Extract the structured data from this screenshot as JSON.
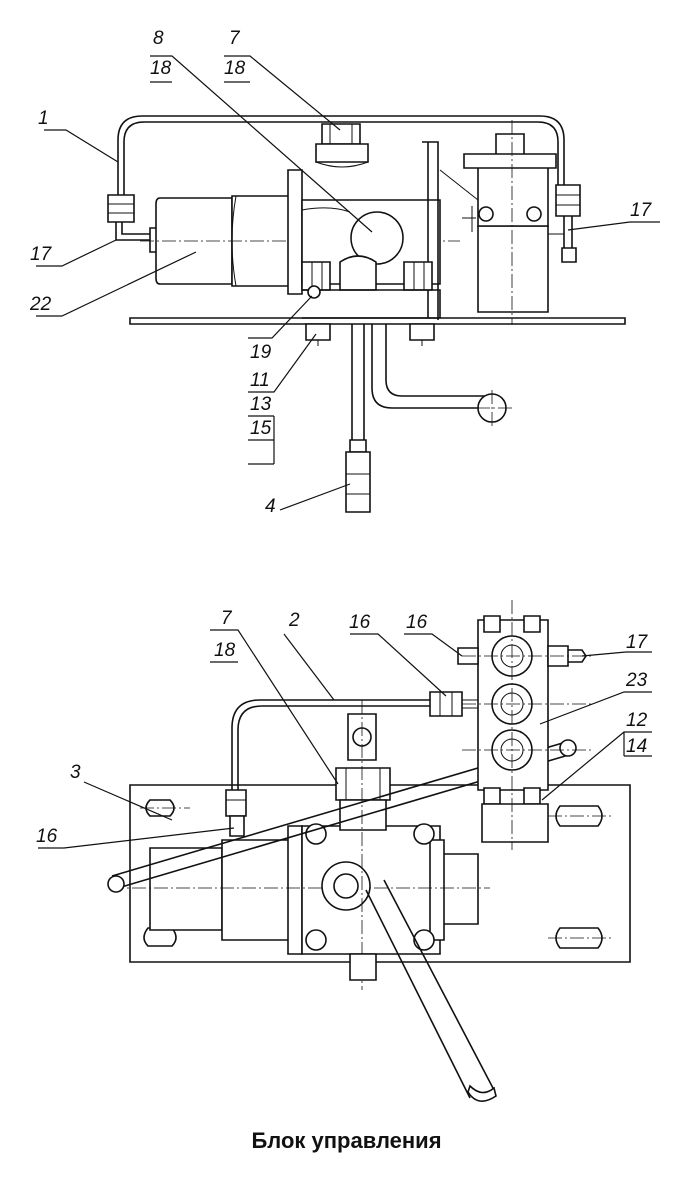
{
  "caption": "Блок управления",
  "top_view": {
    "callouts": [
      {
        "id": "c1",
        "text": "1"
      },
      {
        "id": "c17a",
        "text": "17"
      },
      {
        "id": "c22",
        "text": "22"
      },
      {
        "id": "c8",
        "text": "8"
      },
      {
        "id": "c18a",
        "text": "18"
      },
      {
        "id": "c7",
        "text": "7"
      },
      {
        "id": "c18b",
        "text": "18"
      },
      {
        "id": "c17b",
        "text": "17"
      },
      {
        "id": "c19",
        "text": "19"
      },
      {
        "id": "c11",
        "text": "11"
      },
      {
        "id": "c13",
        "text": "13"
      },
      {
        "id": "c15",
        "text": "15"
      },
      {
        "id": "c4",
        "text": "4"
      }
    ]
  },
  "plan_view": {
    "callouts": [
      {
        "id": "p7",
        "text": "7"
      },
      {
        "id": "p18",
        "text": "18"
      },
      {
        "id": "p2",
        "text": "2"
      },
      {
        "id": "p16a",
        "text": "16"
      },
      {
        "id": "p16b",
        "text": "16"
      },
      {
        "id": "p17",
        "text": "17"
      },
      {
        "id": "p23",
        "text": "23"
      },
      {
        "id": "p12",
        "text": "12"
      },
      {
        "id": "p14",
        "text": "14"
      },
      {
        "id": "p3",
        "text": "3"
      },
      {
        "id": "p16c",
        "text": "16"
      }
    ]
  }
}
